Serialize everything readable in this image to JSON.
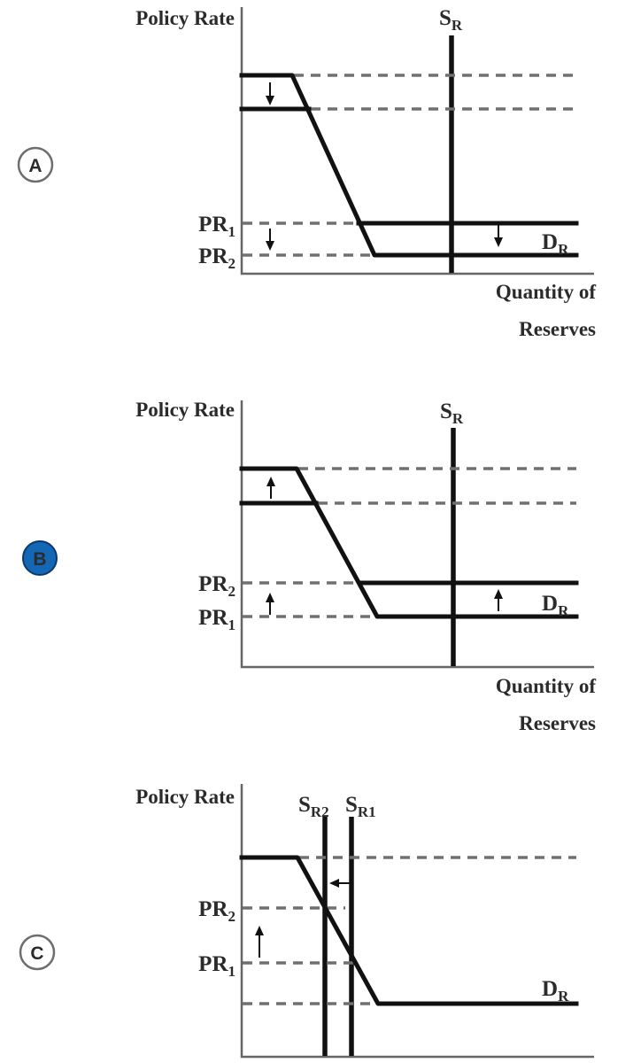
{
  "colors": {
    "badge_blue": "#1467b4",
    "badge_outline_gray": "#6e6e6e",
    "line_black": "#111111",
    "axis_gray": "#666666",
    "dash_gray": "#707070",
    "text": "#2b2b2b"
  },
  "panels": [
    {
      "badge": {
        "letter": "A",
        "style": "outline",
        "selected": false
      },
      "y_axis_label": "Policy Rate",
      "x_axis_label_1": "Quantity of",
      "x_axis_label_2": "Reserves",
      "supply_label": {
        "base": "S",
        "sub": "R"
      },
      "demand_label": {
        "base": "D",
        "sub": "R"
      },
      "pr_upper": {
        "base": "PR",
        "sub": "1"
      },
      "pr_lower": {
        "base": "PR",
        "sub": "2"
      },
      "arrows": [
        "down",
        "down",
        "down"
      ]
    },
    {
      "badge": {
        "letter": "B",
        "style": "filled",
        "selected": true
      },
      "y_axis_label": "Policy Rate",
      "x_axis_label_1": "Quantity of",
      "x_axis_label_2": "Reserves",
      "supply_label": {
        "base": "S",
        "sub": "R"
      },
      "demand_label": {
        "base": "D",
        "sub": "R"
      },
      "pr_upper": {
        "base": "PR",
        "sub": "2"
      },
      "pr_lower": {
        "base": "PR",
        "sub": "1"
      },
      "arrows": [
        "up",
        "up",
        "up"
      ]
    },
    {
      "badge": {
        "letter": "C",
        "style": "outline",
        "selected": false
      },
      "y_axis_label": "Policy Rate",
      "supply_label_2": {
        "base": "S",
        "sub": "R2"
      },
      "supply_label_1": {
        "base": "S",
        "sub": "R1"
      },
      "demand_label": {
        "base": "D",
        "sub": "R"
      },
      "pr_upper": {
        "base": "PR",
        "sub": "2"
      },
      "pr_lower": {
        "base": "PR",
        "sub": "1"
      },
      "arrows": [
        "up",
        "left"
      ]
    }
  ]
}
